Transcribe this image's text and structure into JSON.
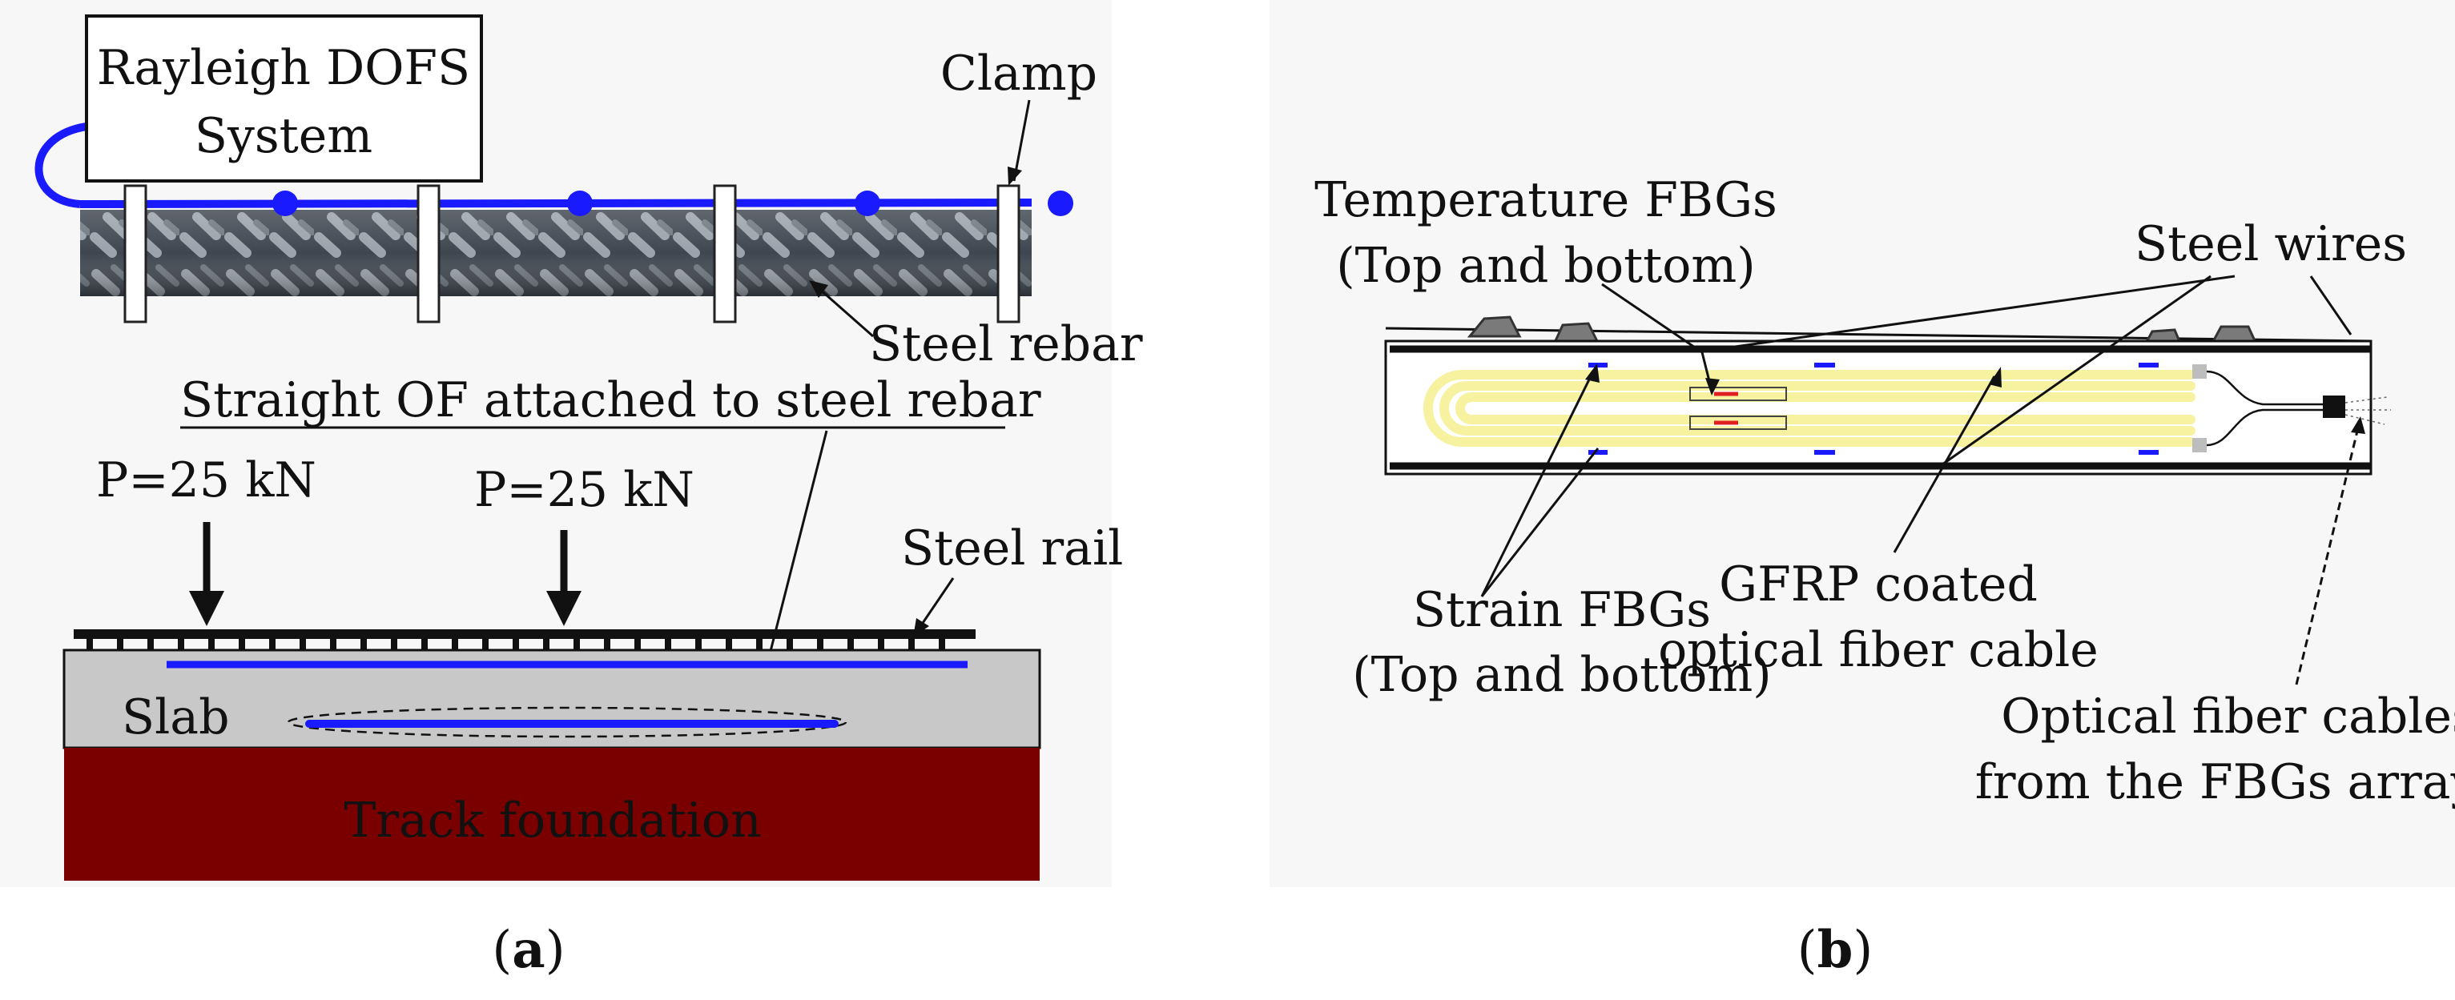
{
  "panel_a": {
    "system_label_line1": "Rayleigh DOFS",
    "system_label_line2": "System",
    "clamp_label": "Clamp",
    "rebar_label": "Steel rebar",
    "straight_of_label": "Straight OF attached to steel rebar",
    "load1_label": "P=25 kN",
    "load2_label": "P=25 kN",
    "rail_label": "Steel rail",
    "slab_label": "Slab",
    "foundation_label": "Track foundation",
    "caption_open": "(",
    "caption_letter": "a",
    "caption_close": ")"
  },
  "panel_b": {
    "temperature_line1": "Temperature FBGs",
    "temperature_line2": "(Top and bottom)",
    "steel_wires_label": "Steel wires",
    "strain_line1": "Strain FBGs",
    "strain_line2": "(Top and bottom)",
    "gfrp_line1": "GFRP coated",
    "gfrp_line2": "optical fiber cable",
    "cables_line1": "Optical fiber cables",
    "cables_line2": "from the FBGs arrays",
    "caption_open": "(",
    "caption_letter": "b",
    "caption_close": ")"
  },
  "colors": {
    "fiber_blue": "#1a1aff",
    "foundation": "#7a0000",
    "slab": "#c8c8c8",
    "gfrp_yellow": "#f6f2a0",
    "temp_fbg_red": "#e02020"
  }
}
